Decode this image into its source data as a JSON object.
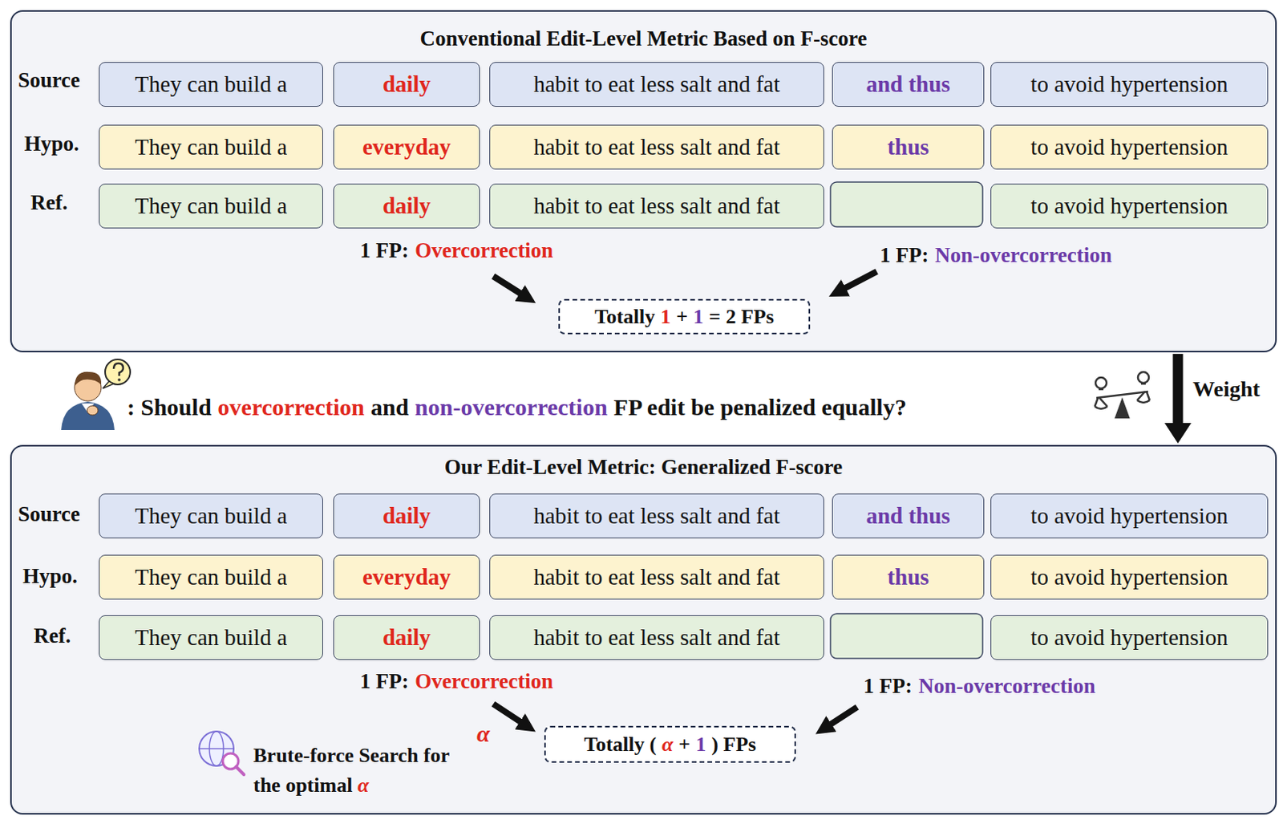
{
  "diagram": {
    "nodes": [
      {
        "text": [
          "Conventional Edit-Level Metric Based on F-score"
        ]
      },
      {
        "text": [
          "They can build a"
        ],
        "in": 0
      },
      {
        "text": [
          "daily"
        ],
        "in": 0
      },
      {
        "text": [
          "habit to eat less salt and fat"
        ],
        "in": 0
      },
      {
        "text": [
          "and thus"
        ],
        "in": 0
      },
      {
        "text": [
          "to avoid hypertension"
        ],
        "in": 0
      },
      {
        "text": [
          "They can build a"
        ],
        "in": 0
      },
      {
        "text": [
          "everyday"
        ],
        "in": 0
      },
      {
        "text": [
          "habit to eat less salt and fat"
        ],
        "in": 0
      },
      {
        "text": [
          "thus"
        ],
        "in": 0
      },
      {
        "text": [
          "to avoid hypertension"
        ],
        "in": 0
      },
      {
        "text": [
          "They can build a"
        ],
        "in": 0
      },
      {
        "text": [
          "daily"
        ],
        "in": 0
      },
      {
        "text": [
          "habit to eat less salt and fat"
        ],
        "in": 0
      },
      {
        "text": [
          "to avoid hypertension"
        ],
        "in": 0
      },
      {
        "text": [
          "Totally",
          "1",
          "+",
          "1",
          "= 2 FPs"
        ],
        "in": 0
      },
      {
        "text": [
          "Our Edit-Level Metric: Generalized F-score"
        ]
      },
      {
        "text": [
          "They can build a"
        ],
        "in": 16
      },
      {
        "text": [
          "daily"
        ],
        "in": 16
      },
      {
        "text": [
          "habit to eat less salt and fat"
        ],
        "in": 16
      },
      {
        "text": [
          "and thus"
        ],
        "in": 16
      },
      {
        "text": [
          "to avoid hypertension"
        ],
        "in": 16
      },
      {
        "text": [
          "They can build a"
        ],
        "in": 16
      },
      {
        "text": [
          "everyday"
        ],
        "in": 16
      },
      {
        "text": [
          "habit to eat less salt and fat"
        ],
        "in": 16
      },
      {
        "text": [
          "thus"
        ],
        "in": 16
      },
      {
        "text": [
          "to avoid hypertension"
        ],
        "in": 16
      },
      {
        "text": [
          "They can build a"
        ],
        "in": 16
      },
      {
        "text": [
          "daily"
        ],
        "in": 16
      },
      {
        "text": [
          "habit to eat less salt and fat"
        ],
        "in": 16
      },
      {
        "text": [
          "to avoid hypertension"
        ],
        "in": 16
      },
      {
        "text": [
          "Totally (",
          "α",
          "+",
          "1",
          ") FPs"
        ],
        "in": 16
      }
    ],
    "edges": [
      {
        "from": 0,
        "to": 16,
        "arrow": "to",
        "label": "Weight"
      }
    ],
    "labels": [
      "Source",
      "Hypo.",
      "Ref.",
      "1 FP:",
      "Overcorrection",
      "1 FP:",
      "Non-overcorrection",
      ": Should",
      "overcorrection",
      "and",
      "non-overcorrection",
      "FP edit be penalized equally?",
      "Source",
      "Hypo.",
      "Ref.",
      "1 FP:",
      "Overcorrection",
      "1 FP:",
      "Non-overcorrection",
      "α",
      "Brute-force Search for the optimal",
      "α"
    ]
  }
}
